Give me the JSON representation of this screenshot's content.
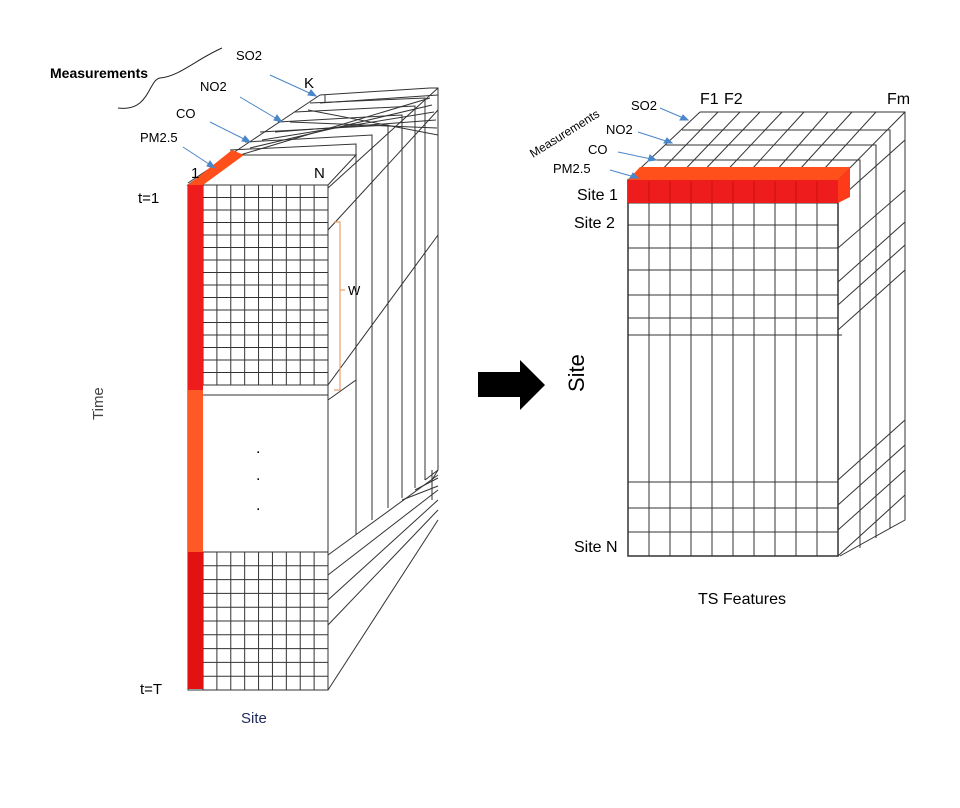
{
  "left_panel": {
    "measurements_label": "Measurements",
    "measurement_labels": [
      "SO2",
      "NO2",
      "CO",
      "PM2.5"
    ],
    "dim_labels": {
      "k": "K",
      "one": "1",
      "n": "N",
      "w": "W"
    },
    "time_labels": {
      "start": "t=1",
      "end": "t=T"
    },
    "axis_labels": {
      "time": "Time",
      "site": "Site"
    },
    "ellipsis_dots": [
      ".",
      ".",
      "."
    ]
  },
  "right_panel": {
    "measurements_label": "Measurements",
    "measurement_labels": [
      "SO2",
      "NO2",
      "CO",
      "PM2.5"
    ],
    "feature_labels": {
      "f1": "F1",
      "f2": "F2",
      "fm": "Fm"
    },
    "site_labels": {
      "first": "Site 1",
      "second": "Site 2",
      "last": "Site N"
    },
    "axis_labels": {
      "site": "Site",
      "features": "TS Features"
    }
  },
  "colors": {
    "line": "#333333",
    "highlight_red": "#ee1c1c",
    "highlight_orange": "#ff4f1a",
    "arrow_blue": "#4a86c8",
    "bracket_orange": "#e8a06a",
    "big_arrow": "#000000"
  }
}
